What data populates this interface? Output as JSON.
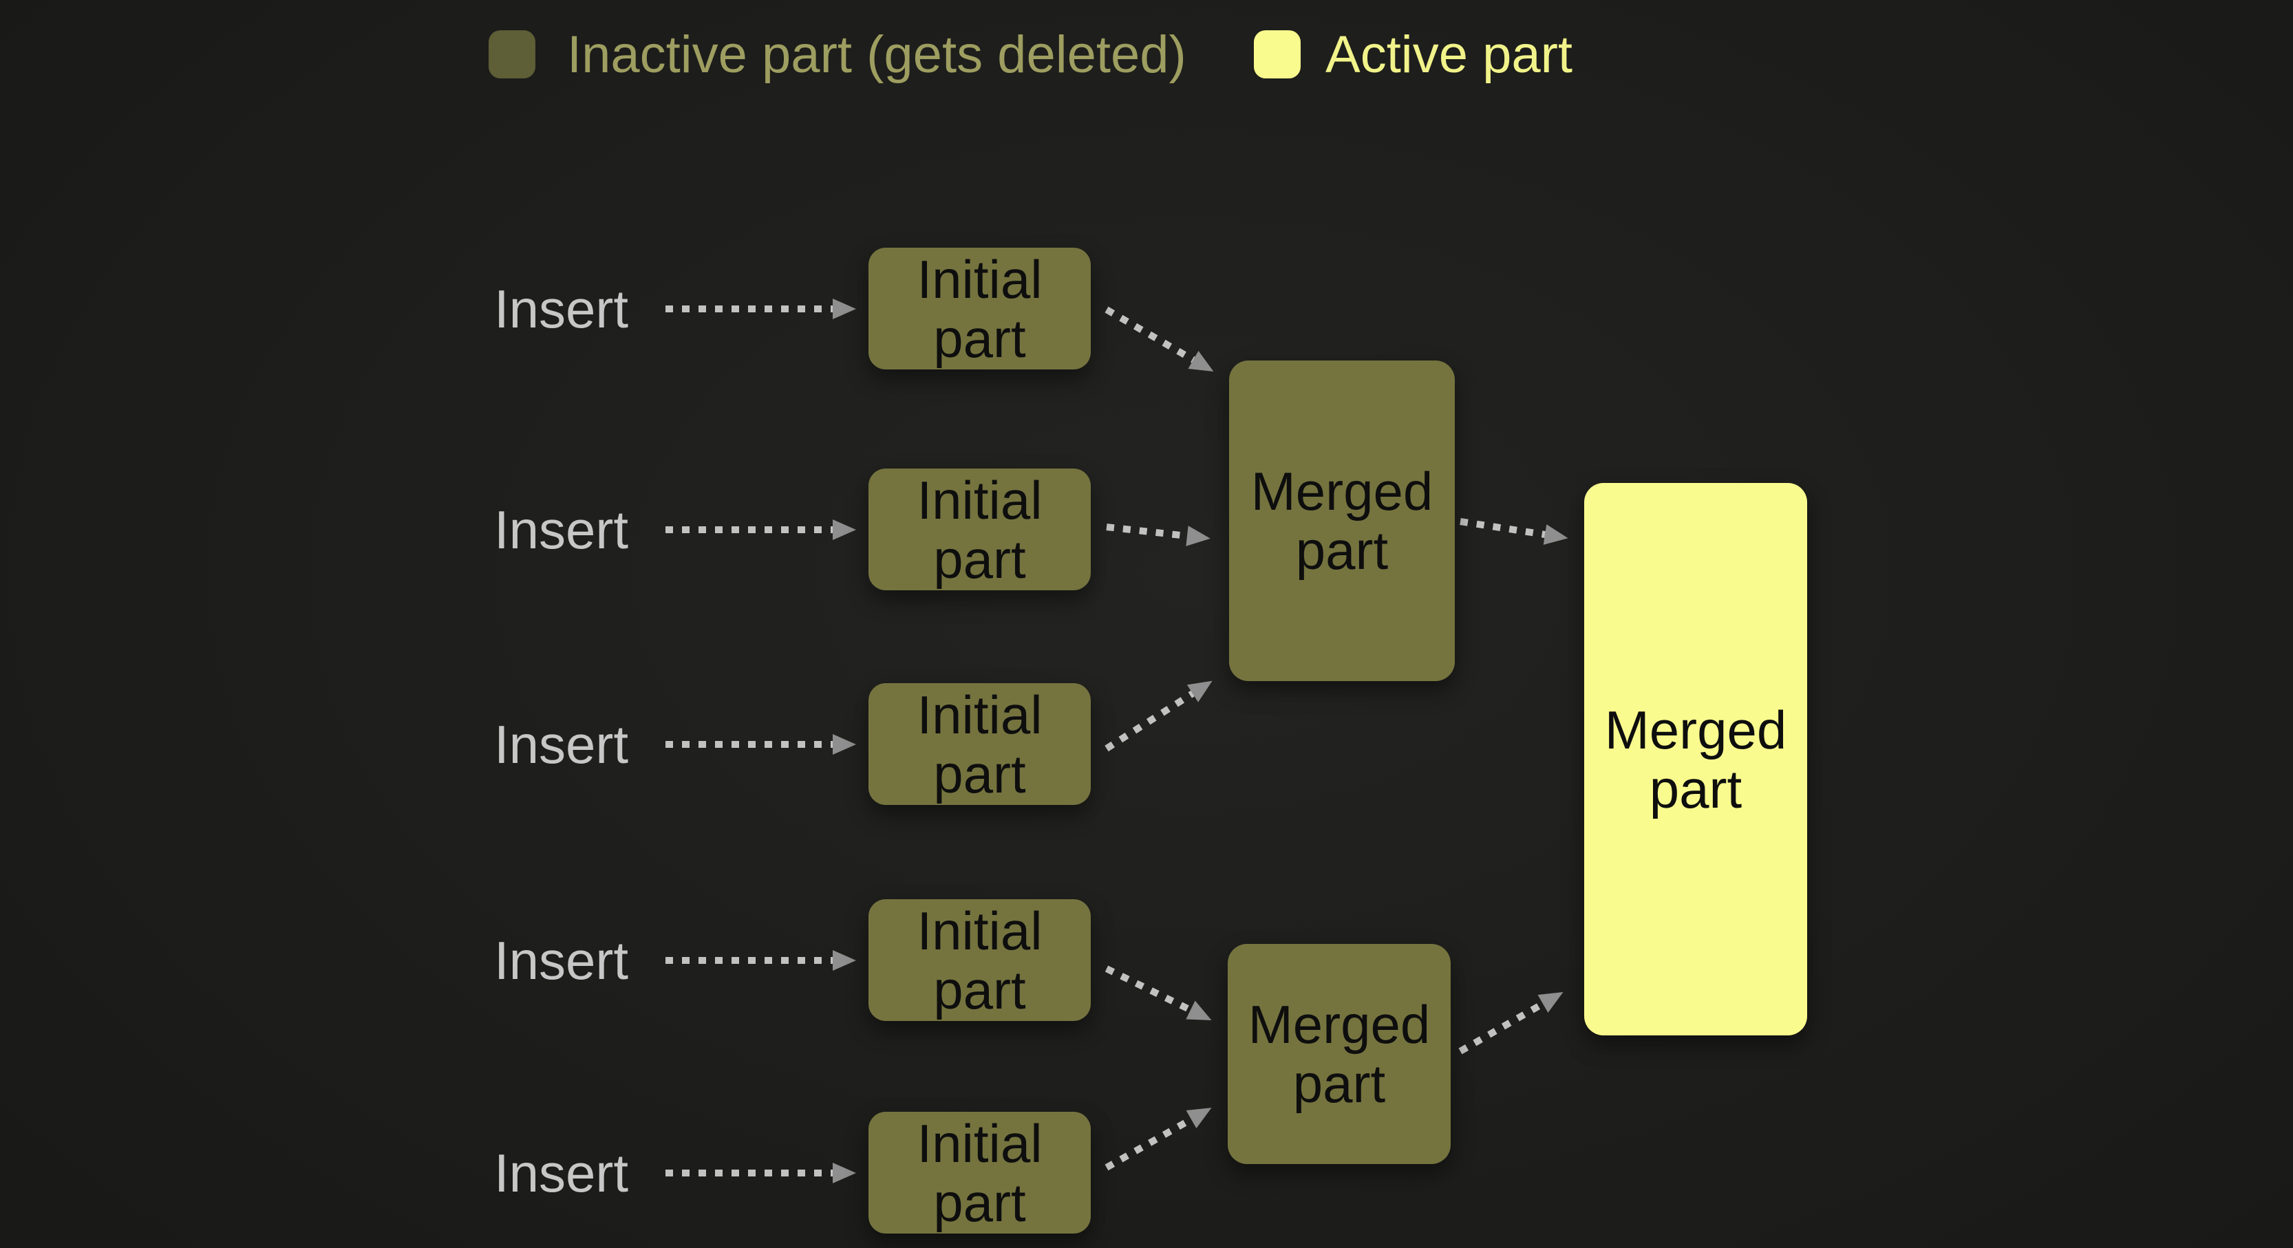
{
  "colors": {
    "background": "#1d1d1b",
    "inactive_fill": "#75743f",
    "legend_inactive_fill": "#5e5e37",
    "active_fill": "#fafb8e",
    "box_text": "#0e0e0e",
    "insert_text": "#c7c7c7",
    "legend_inactive_text": "#9d9e60",
    "legend_active_text": "#f1f38a",
    "arrow_dash": "#c2c2c2",
    "arrow_head": "#8f8f8f"
  },
  "legend": {
    "inactive_label": "Inactive part (gets deleted)",
    "active_label": "Active part"
  },
  "diagram": {
    "insert_label": "Insert",
    "initial_part_label": "Initial\npart",
    "merged_part_label": "Merged\npart"
  }
}
